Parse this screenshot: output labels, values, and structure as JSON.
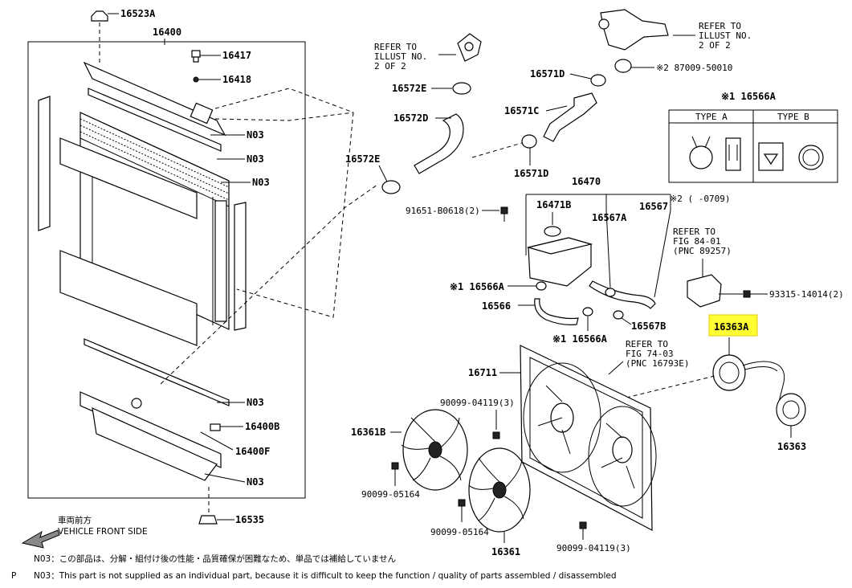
{
  "labels": {
    "l16523A": "16523A",
    "l16400": "16400",
    "l16417": "16417",
    "l16418": "16418",
    "n03_1": "N03",
    "n03_2": "N03",
    "n03_3": "N03",
    "n03_4": "N03",
    "n03_5": "N03",
    "l16400B": "16400B",
    "l16400F": "16400F",
    "l16535": "16535",
    "ref_illust_1": [
      "REFER TO",
      "ILLUST NO.",
      "2 OF 2"
    ],
    "ref_illust_2": [
      "REFER TO",
      "ILLUST NO.",
      "2 OF 2"
    ],
    "l16572E_1": "16572E",
    "l16572D": "16572D",
    "l16572E_2": "16572E",
    "l16571D_1": "16571D",
    "l87009": "※2 87009-50010",
    "l16571C": "16571C",
    "l16571D_2": "16571D",
    "l16566A_top": "※1 16566A",
    "type_a": "TYPE A",
    "type_b": "TYPE B",
    "note2": "※2 (    -0709)",
    "l16470": "16470",
    "l91651": "91651-B0618(2)",
    "l16471B": "16471B",
    "l16567A": "16567A",
    "l16567": "16567",
    "ref_fig84": [
      "REFER TO",
      "FIG 84-01",
      "(PNC 89257)"
    ],
    "l93315": "93315-14014(2)",
    "l16566A_1": "※1 16566A",
    "l16566": "16566",
    "l16567B": "16567B",
    "l16566A_2": "※1 16566A",
    "l16363A": "16363A",
    "ref_fig74": [
      "REFER TO",
      "FIG 74-03",
      "(PNC 16793E)"
    ],
    "l16711": "16711",
    "l90099_04119_1": "90099-04119(3)",
    "l16361B": "16361B",
    "l90099_05164_1": "90099-05164",
    "l90099_05164_2": "90099-05164",
    "l16361": "16361",
    "l90099_04119_2": "90099-04119(3)",
    "l16363": "16363"
  },
  "front": {
    "jp": "車両前方",
    "en": "VEHICLE FRONT SIDE"
  },
  "notes": {
    "jp": "N03：この部品は、分解・組付け後の性能・品質確保が困難なため、単品では補給していません",
    "en": "N03：This part is not supplied as an individual part, because it is difficult to keep the function / quality of parts assembled / disassembled",
    "page_mark": "P"
  },
  "colors": {
    "highlight": "#ffff33"
  }
}
